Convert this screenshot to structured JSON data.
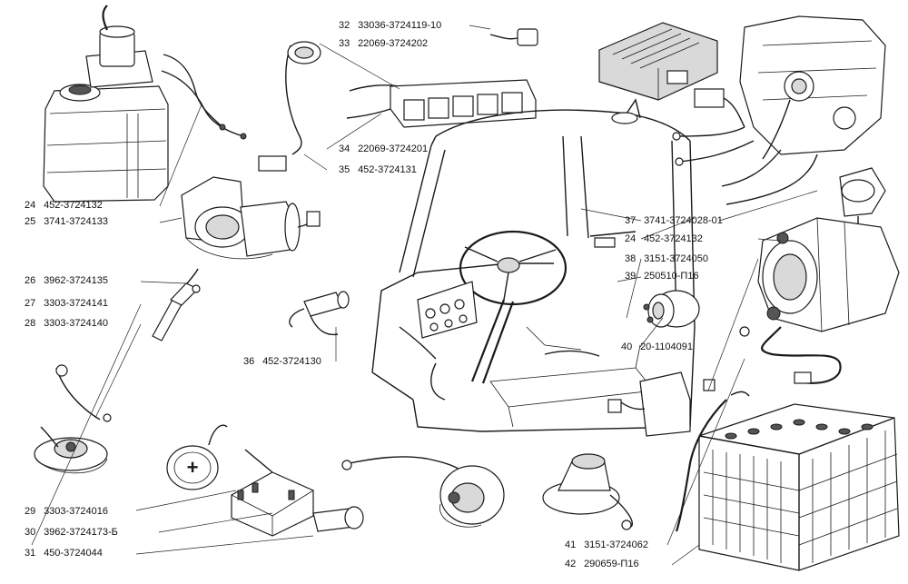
{
  "callouts": [
    {
      "num": "24",
      "code": "452-3724132"
    },
    {
      "num": "25",
      "code": "3741-3724133"
    },
    {
      "num": "26",
      "code": "3962-3724135"
    },
    {
      "num": "27",
      "code": "3303-3724141"
    },
    {
      "num": "28",
      "code": "3303-3724140"
    },
    {
      "num": "29",
      "code": "3303-3724016"
    },
    {
      "num": "30",
      "code": "3962-3724173-Б"
    },
    {
      "num": "31",
      "code": "450-3724044"
    },
    {
      "num": "32",
      "code": "33036-3724119-10"
    },
    {
      "num": "33",
      "code": "22069-3724202"
    },
    {
      "num": "34",
      "code": "22069-3724201"
    },
    {
      "num": "35",
      "code": "452-3724131"
    },
    {
      "num": "36",
      "code": "452-3724130"
    },
    {
      "num": "37",
      "code": "3741-3724028-01"
    },
    {
      "num": "24",
      "code": "452-3724132"
    },
    {
      "num": "38",
      "code": "3151-3724050"
    },
    {
      "num": "39",
      "code": "250510-П16"
    },
    {
      "num": "40",
      "code": "20-1104091"
    },
    {
      "num": "41",
      "code": "3151-3724062"
    },
    {
      "num": "42",
      "code": "290659-П16"
    }
  ],
  "symbols": {
    "plus_sign": "+"
  }
}
